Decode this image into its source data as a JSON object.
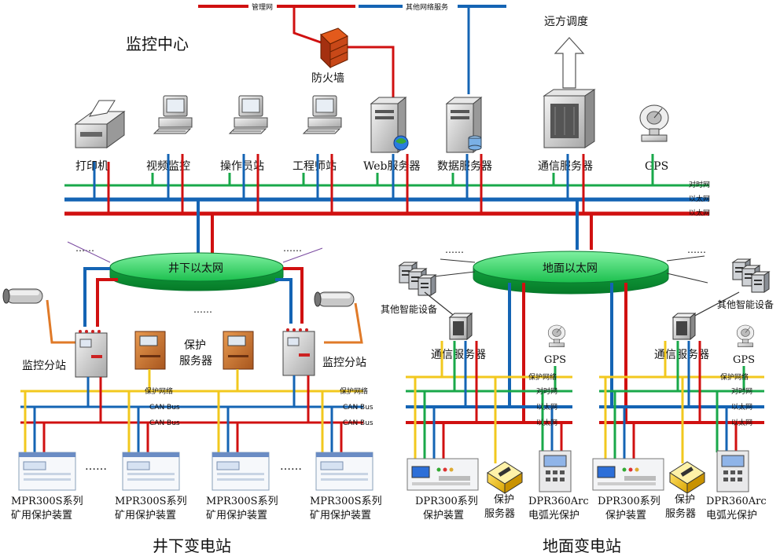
{
  "labels": {
    "monitor_center": "监控中心",
    "firewall": "防火墙",
    "remote_dispatch": "远方调度",
    "printer": "打印机",
    "video_monitor": "视频监控",
    "operator_station": "操作员站",
    "engineer_station": "工程师站",
    "web_server": "Web服务器",
    "data_server": "数据服务器",
    "comm_server": "通信服务器",
    "gps": "GPS",
    "underground_ethernet": "井下以太网",
    "ground_ethernet": "地面以太网",
    "monitor_substation": "监控分站",
    "protection_server": "保护服务器",
    "protection_server_l1": "保护",
    "protection_server_l2": "服务器",
    "other_smart_devices": "其他智能设备",
    "mpr_l1": "MPR300S系列",
    "mpr_l2": "矿用保护装置",
    "dpr300_l1": "DPR300系列",
    "dpr300_l2": "保护装置",
    "dpr360_l1": "DPR360Arc",
    "dpr360_l2": "电弧光保护",
    "ps_l1": "保护",
    "ps_l2": "服务器",
    "underground_substation": "井下变电站",
    "ground_substation": "地面变电站"
  },
  "buses": {
    "management_net": "管理网",
    "other_net_services": "其他网络服务",
    "time_sync_net": "对时网",
    "ethernet": "以太网",
    "protection_net": "保护网络",
    "can_bus": "CAN Bus"
  },
  "colors": {
    "green_bus": "#19a84a",
    "blue_bus": "#1464b4",
    "red_bus": "#d01010",
    "yellow_bus": "#f2c81e",
    "orange_link": "#e07a28",
    "ring_fill": "#22c55e",
    "ring_dark": "#0a7a30"
  },
  "dots": "……"
}
